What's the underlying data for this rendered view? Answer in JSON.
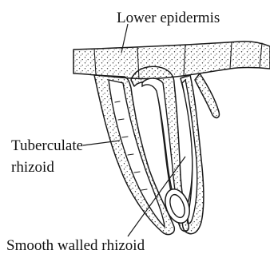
{
  "diagram": {
    "labels": {
      "lower_epidermis": "Lower epidermis",
      "tuberculate_line1": "Tuberculate",
      "tuberculate_line2": "rhizoid",
      "smooth_walled": "Smooth walled rhizoid"
    },
    "colors": {
      "ink": "#1a1a1a",
      "background": "#ffffff",
      "stipple": "#2a2a2a"
    }
  }
}
